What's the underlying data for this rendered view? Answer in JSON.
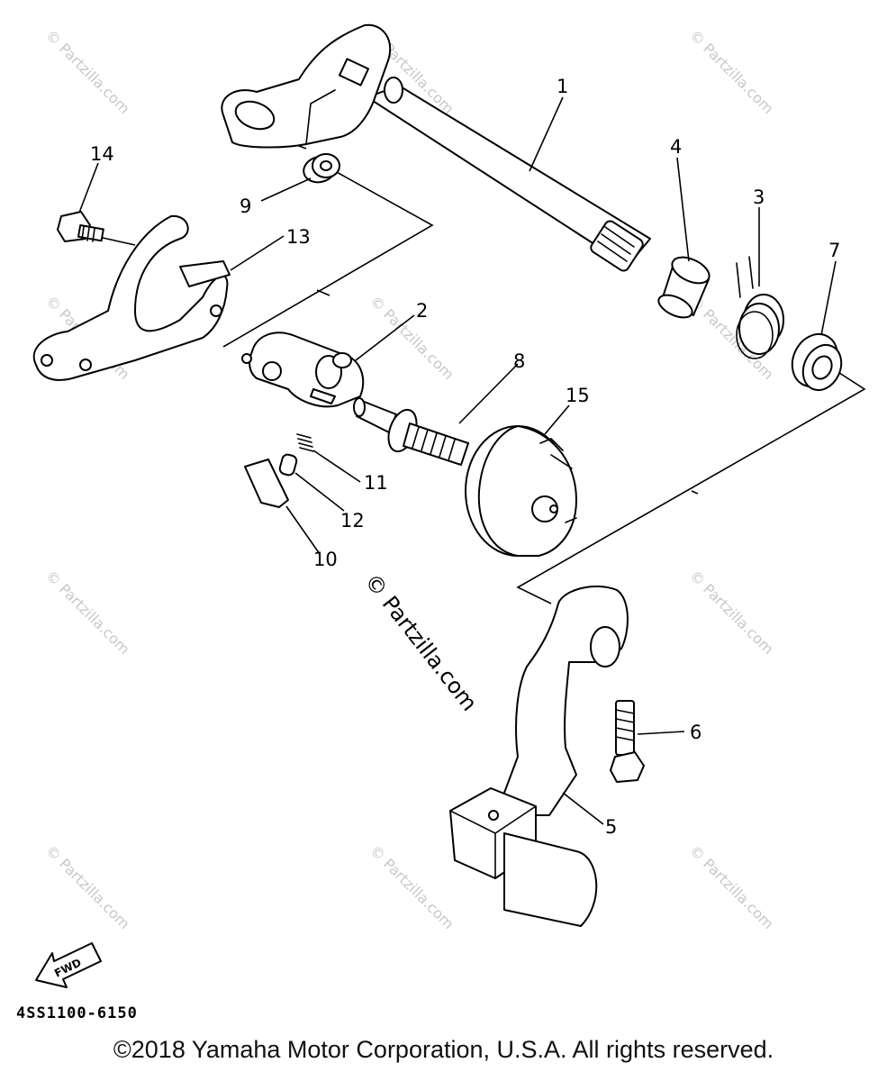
{
  "callouts": [
    "1",
    "2",
    "3",
    "4",
    "5",
    "6",
    "7",
    "8",
    "9",
    "10",
    "11",
    "12",
    "13",
    "14",
    "15"
  ],
  "watermark_text": "© Partzilla.com",
  "center_watermark": "© Partzilla.com",
  "fwd_label": "FWD",
  "diagram_code": "4SS1100-6150",
  "copyright": "©2018 Yamaha Motor Corporation, U.S.A. All rights reserved.",
  "icons": {
    "fwd_arrow": "fwd-arrow-icon"
  }
}
